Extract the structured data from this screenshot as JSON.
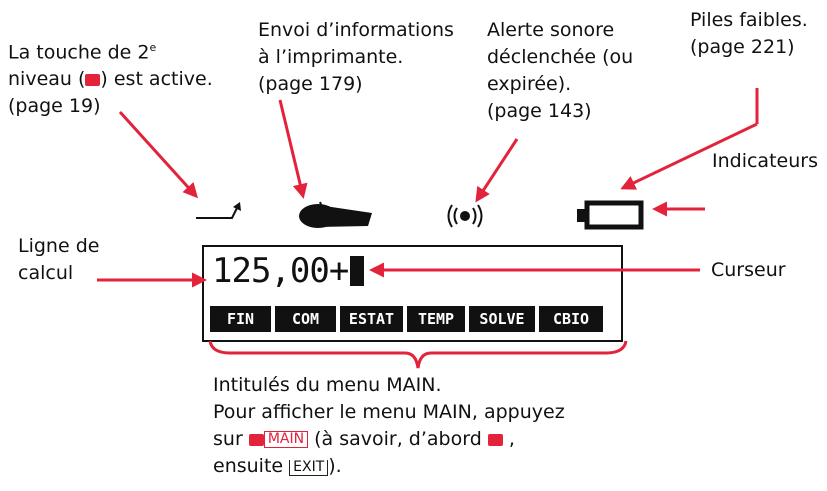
{
  "labels": {
    "second_level_line1": "La touche de 2",
    "second_level_sup": "e",
    "second_level_line2_a": "niveau (",
    "second_level_line2_b": ") est active.",
    "second_level_line3": "(page 19)",
    "printer_line1": "Envoi d’informations",
    "printer_line2": "à l’imprimante.",
    "printer_line3": "(page 179)",
    "alarm_line1": "Alerte sonore",
    "alarm_line2": "déclenchée (ou",
    "alarm_line3": "expirée).",
    "alarm_line4": "(page 143)",
    "battery_line1": "Piles faibles.",
    "battery_line2": "(page 221)",
    "indicators": "Indicateurs",
    "calc_line1": "Ligne de",
    "calc_line2": "calcul",
    "cursor": "Curseur",
    "menu_caption_line1": "Intitulés du menu MAIN.",
    "menu_caption_line2": "Pour afficher le menu MAIN, appuyez",
    "menu_caption_line3_a": "sur",
    "menu_caption_main_key": "MAIN",
    "menu_caption_line3_b": "(à savoir, d’abord",
    "menu_caption_line3_c": ",",
    "menu_caption_line4_a": "ensuite",
    "menu_caption_exit_key": "EXIT",
    "menu_caption_line4_b": ")."
  },
  "screen": {
    "calc_text": "125,00+",
    "menu_keys": [
      "FIN",
      "COM",
      "ESTAT",
      "TEMP",
      "SOLVE",
      "CBIO"
    ]
  },
  "colors": {
    "shift_key": "#e3223b",
    "arrow": "#e3223b",
    "text": "#111111"
  },
  "icons": [
    "shift-arrow-icon",
    "printer-icon",
    "alarm-icon",
    "low-battery-icon"
  ]
}
